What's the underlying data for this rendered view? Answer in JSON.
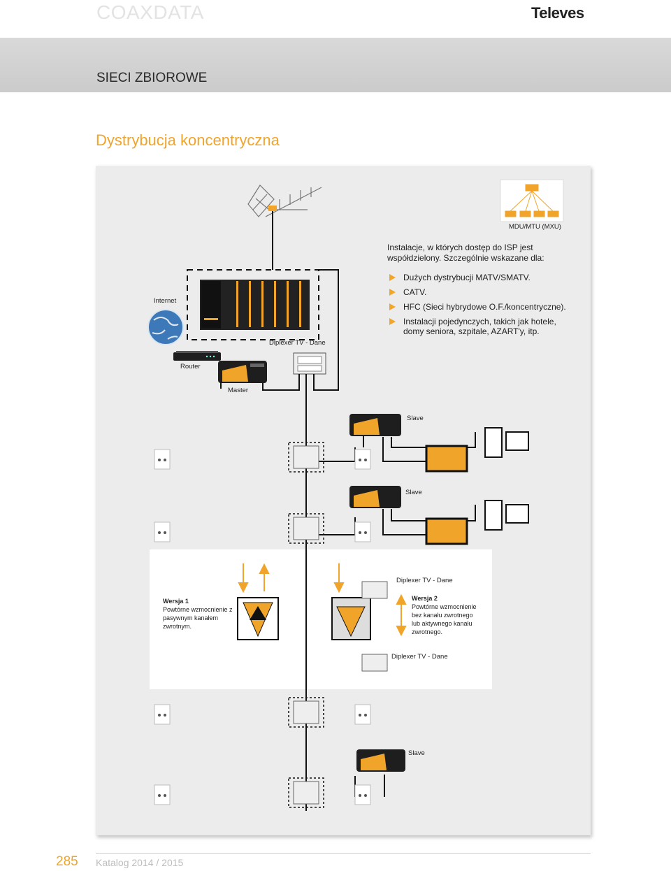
{
  "header": {
    "brand": "COAXDATA",
    "logo": "Televes"
  },
  "section_title": "SIECI ZBIOROWE",
  "page_heading": "Dystrybucja koncentryczna",
  "diagram": {
    "labels": {
      "mdu": "MDU/MTU (MXU)",
      "internet": "Internet",
      "router": "Router",
      "master": "Master",
      "slave": "Slave",
      "diplexer": "Diplexer TV - Dane"
    },
    "intro": "Instalacje, w których dostęp do ISP jest współdzielony. Szczególnie wskazane dla:",
    "bullets": [
      "Dużych dystrybucji MATV/SMATV.",
      "CATV.",
      "HFC (Sieci hybrydowe O.F./koncentryczne).",
      "Instalacji pojedynczych, takich jak hotele, domy seniora, szpitale, AZART'y, itp."
    ],
    "version1": {
      "title": "Wersja 1",
      "text": "Powtórne wzmocnienie z pasywnym kanałem zwrotnym."
    },
    "version2": {
      "title": "Wersja 2",
      "text": "Powtórne wzmocnienie bez kanału zwrotnego lub aktywnego kanału zwrotnego."
    },
    "icons": [
      "antenna-icon",
      "globe-icon",
      "router-icon",
      "coaxdata-adapter-icon",
      "diplexer-icon",
      "wall-outlet-icon",
      "tv-icon",
      "computer-icon",
      "amplifier-icon",
      "arrow-up-icon",
      "arrow-down-icon",
      "headend-icon"
    ],
    "colors": {
      "accent": "#f0a52a",
      "cable": "#111111",
      "panel": "#ececec"
    }
  },
  "footer": {
    "page_number": "285",
    "catalog": "Katalog 2014 / 2015"
  }
}
